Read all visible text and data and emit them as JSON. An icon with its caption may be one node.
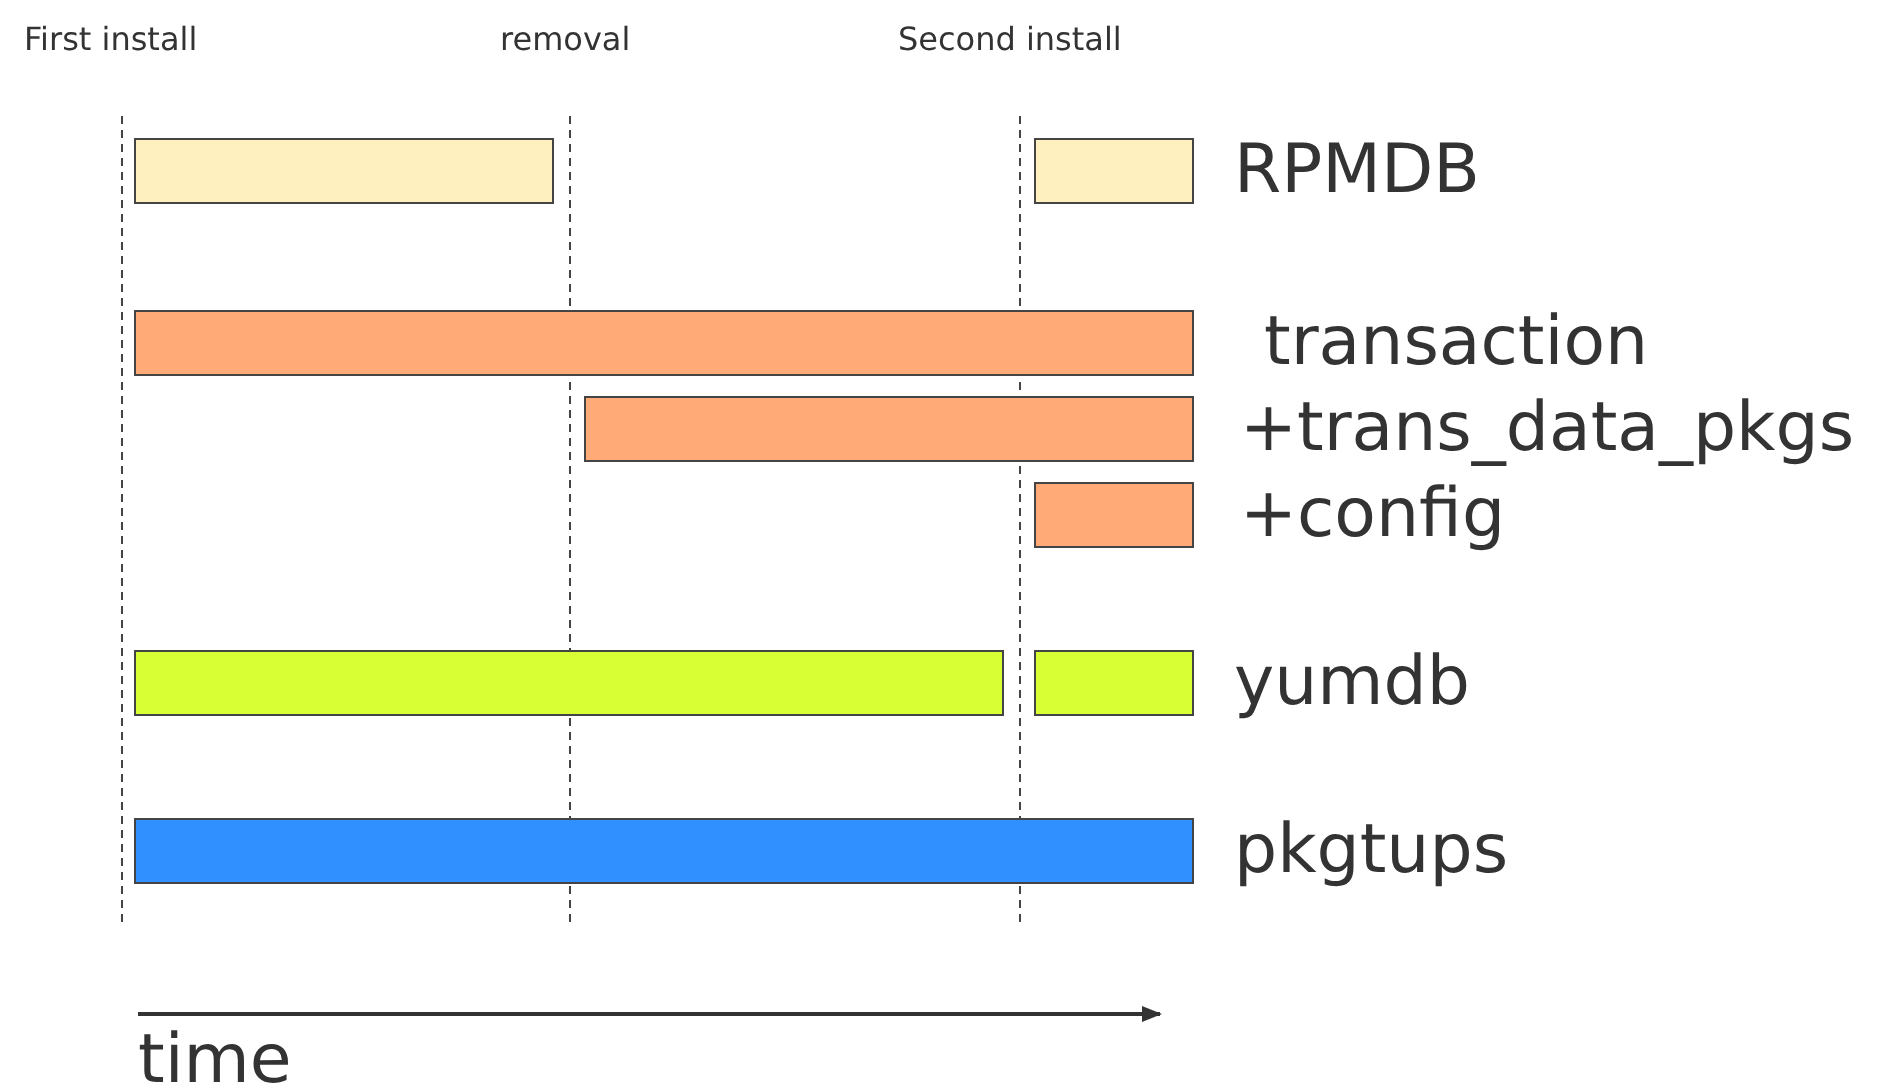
{
  "diagram": {
    "nodes": [
      {
        "text": [],
        "shape": "bar"
      },
      {
        "text": [],
        "shape": "bar",
        "beside": [
          "RPMDB"
        ]
      },
      {
        "text": [],
        "shape": "bar",
        "beside": [
          "transaction"
        ]
      },
      {
        "text": [],
        "shape": "bar",
        "beside": [
          "+trans_data_pkgs"
        ]
      },
      {
        "text": [],
        "shape": "bar",
        "beside": [
          "+config"
        ]
      },
      {
        "text": [],
        "shape": "bar"
      },
      {
        "text": [],
        "shape": "bar",
        "beside": [
          "yumdb"
        ]
      },
      {
        "text": [],
        "shape": "bar",
        "beside": [
          "pkgtups"
        ]
      }
    ],
    "labels": [
      "First install",
      "removal",
      "Second install",
      "time"
    ]
  }
}
